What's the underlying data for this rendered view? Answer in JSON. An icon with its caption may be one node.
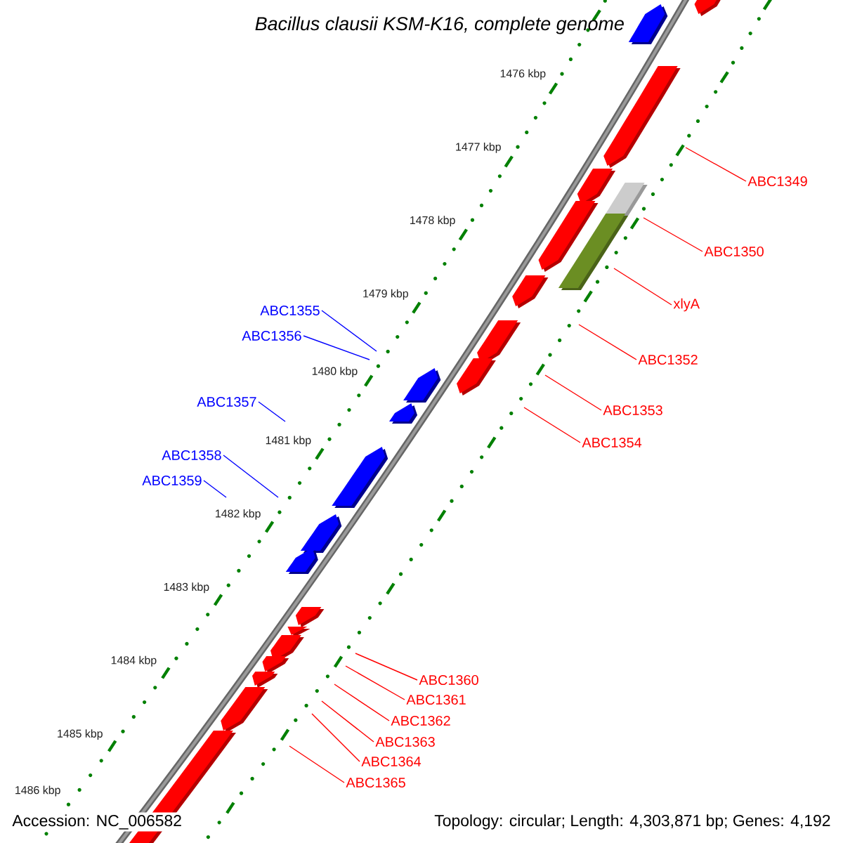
{
  "diagram": {
    "title": "Bacillus clausii KSM-K16, complete genome",
    "nodes": [
      {
        "text": [
          "ABC1349"
        ]
      },
      {
        "text": [
          "ABC1350"
        ]
      },
      {
        "text": [
          "xlyA"
        ]
      },
      {
        "text": [
          "ABC1355"
        ]
      },
      {
        "text": [
          "ABC1356"
        ]
      },
      {
        "text": [
          "ABC1352"
        ]
      },
      {
        "text": [
          "ABC1357"
        ]
      },
      {
        "text": [
          "ABC1353"
        ]
      },
      {
        "text": [
          "ABC1354"
        ]
      },
      {
        "text": [
          "ABC1358"
        ]
      },
      {
        "text": [
          "ABC1359"
        ]
      },
      {
        "text": [
          "ABC1360"
        ]
      },
      {
        "text": [
          "ABC1361"
        ]
      },
      {
        "text": [
          "ABC1362"
        ]
      },
      {
        "text": [
          "ABC1363"
        ]
      },
      {
        "text": [
          "ABC1364"
        ]
      },
      {
        "text": [
          "ABC1365"
        ]
      }
    ],
    "edges": [
      {
        "from": 0,
        "to": null,
        "arrow": "none"
      },
      {
        "from": 1,
        "to": null,
        "arrow": "none"
      },
      {
        "from": 2,
        "to": null,
        "arrow": "none"
      },
      {
        "from": 3,
        "to": null,
        "arrow": "none",
        "color": "#0000ff"
      },
      {
        "from": 4,
        "to": null,
        "arrow": "none",
        "color": "#0000ff"
      },
      {
        "from": 5,
        "to": null,
        "arrow": "none"
      },
      {
        "from": 6,
        "to": null,
        "arrow": "none",
        "color": "#0000ff"
      },
      {
        "from": 7,
        "to": null,
        "arrow": "none"
      },
      {
        "from": 8,
        "to": null,
        "arrow": "none"
      },
      {
        "from": 9,
        "to": null,
        "arrow": "none",
        "color": "#0000ff"
      },
      {
        "from": 10,
        "to": null,
        "arrow": "none",
        "color": "#0000ff"
      },
      {
        "from": 11,
        "to": null,
        "arrow": "none"
      },
      {
        "from": 12,
        "to": null,
        "arrow": "none"
      },
      {
        "from": 13,
        "to": null,
        "arrow": "none"
      },
      {
        "from": 14,
        "to": null,
        "arrow": "none"
      },
      {
        "from": 15,
        "to": null,
        "arrow": "none"
      },
      {
        "from": 16,
        "to": null,
        "arrow": "none"
      }
    ],
    "labels": [
      "1476 kbp",
      "1477 kbp",
      "1478 kbp",
      "1479 kbp",
      "1480 kbp",
      "1481 kbp",
      "1482 kbp",
      "1483 kbp",
      "1484 kbp",
      "1485 kbp",
      "1486 kbp",
      "Accession: NC_006582",
      "Topology: circular; Length: 4,303,871 bp; Genes: 4,192"
    ]
  }
}
